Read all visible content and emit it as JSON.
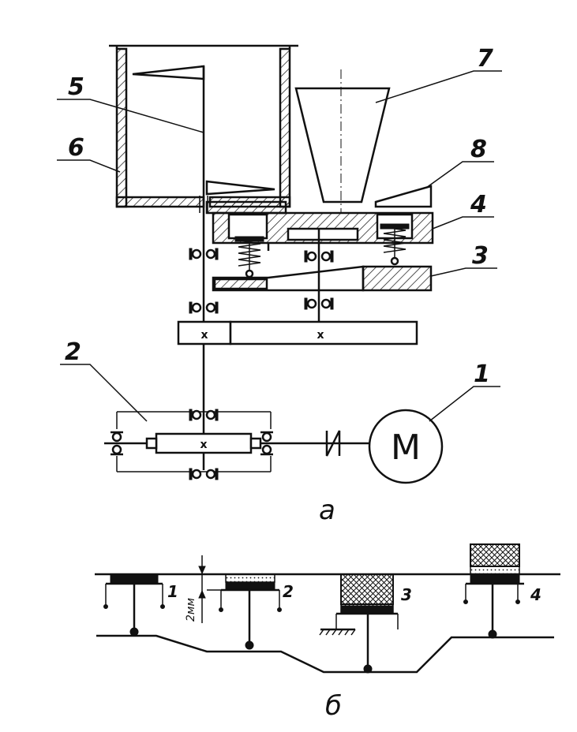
{
  "figure_a": {
    "caption": "а",
    "labels": {
      "motor_no": "1",
      "gearbox_no": "2",
      "cam_no": "3",
      "table_no": "4",
      "rod_no": "5",
      "hopper_no": "6",
      "funnel_no": "7",
      "support_no": "8"
    },
    "motor_symbol": "М",
    "gear_marks": [
      "x",
      "x",
      "x"
    ]
  },
  "figure_b": {
    "caption": "б",
    "dimension": "2мм",
    "positions": [
      "1",
      "2",
      "3",
      "4"
    ]
  }
}
